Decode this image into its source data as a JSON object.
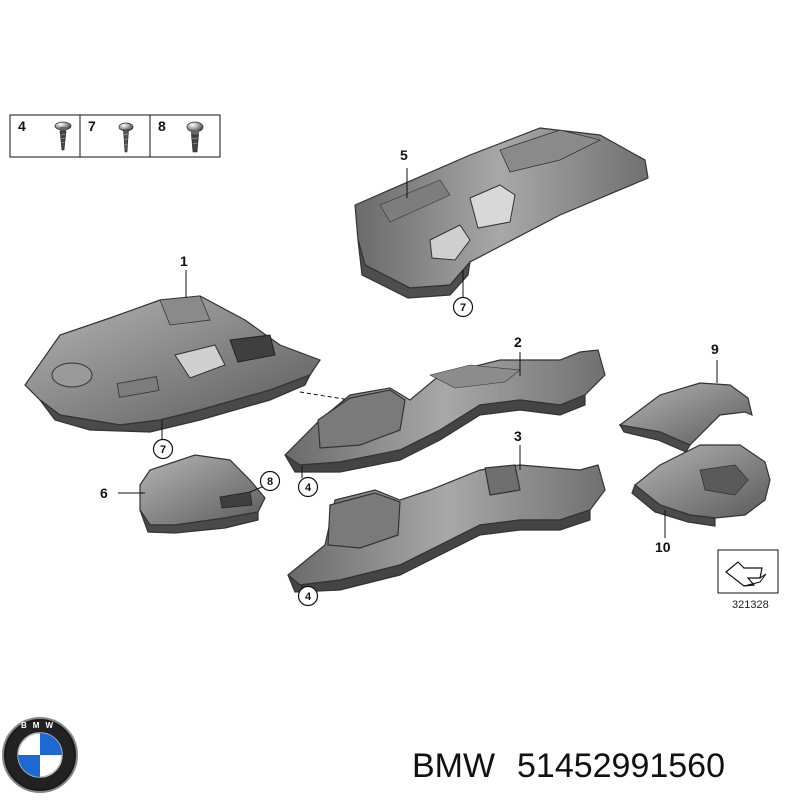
{
  "fasteners": [
    {
      "number": "4"
    },
    {
      "number": "7"
    },
    {
      "number": "8"
    }
  ],
  "callouts": {
    "p1": "1",
    "p2": "2",
    "p3": "3",
    "p5": "5",
    "p6": "6",
    "p9": "9",
    "p10": "10"
  },
  "circled_refs": {
    "c7a": "7",
    "c7b": "7",
    "c8": "8",
    "c4a": "4",
    "c4b": "4"
  },
  "diagram_number": "321328",
  "footer": {
    "brand": "BMW",
    "part_number": "51452991560"
  },
  "colors": {
    "part_dark": "#5c5c5c",
    "part_mid": "#7a7a7a",
    "part_light": "#a9a9a9",
    "logo_blue": "#1c69d4"
  }
}
